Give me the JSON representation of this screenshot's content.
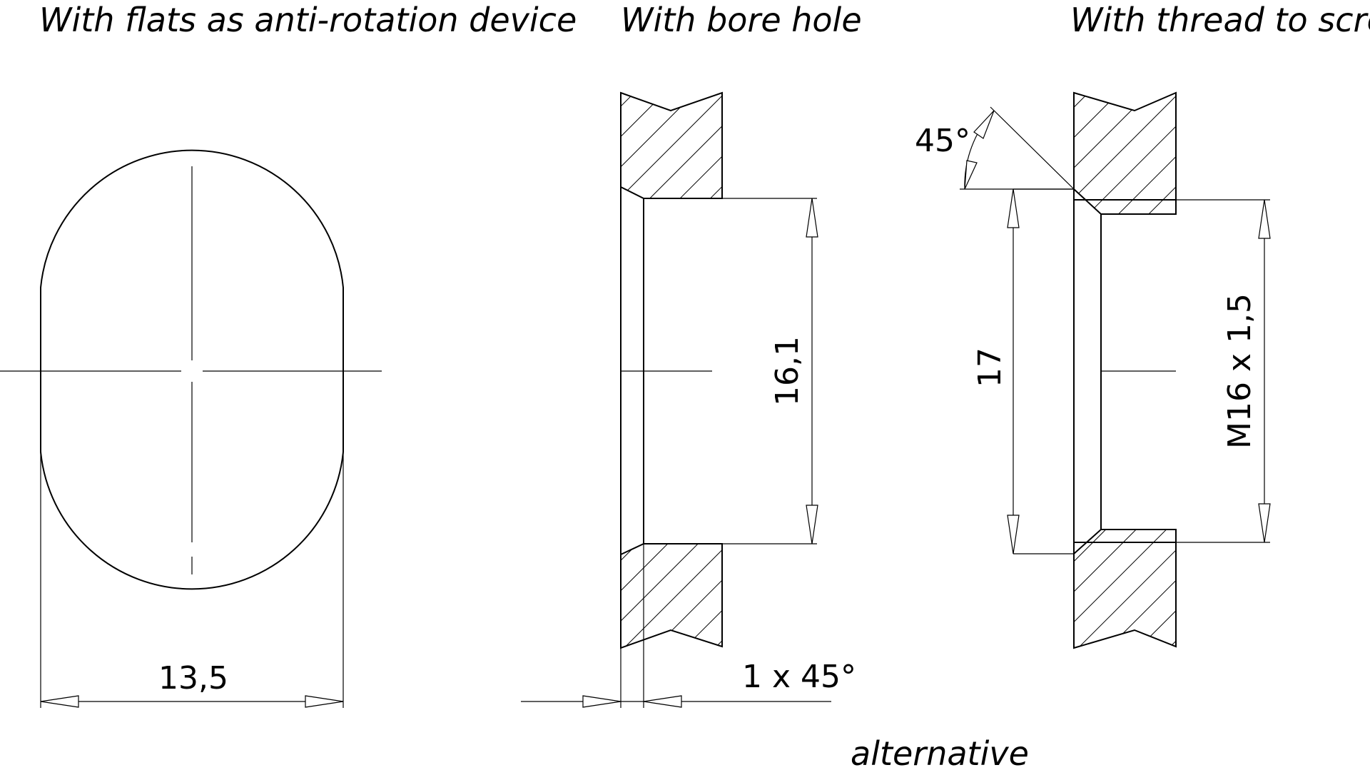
{
  "headings": {
    "flats": "With flats as anti-rotation device",
    "bore": "With bore hole",
    "thread": "With thread to screw in"
  },
  "dimensions": {
    "width_flats": "13,5",
    "bore_diameter": "16,1",
    "chamfer": "1 x 45°",
    "angle": "45°",
    "outer_diameter": "17",
    "thread": "M16 x 1,5"
  },
  "footer": {
    "alternative": "alternative"
  }
}
